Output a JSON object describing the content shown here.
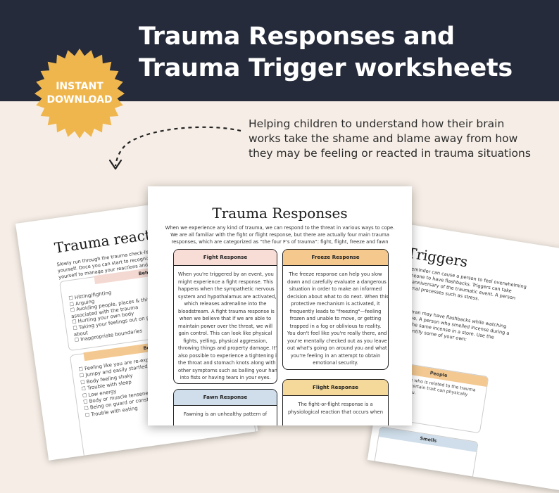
{
  "header": {
    "title_lines": [
      "Trauma Responses and",
      "Trauma Trigger worksheets"
    ]
  },
  "badge": {
    "lines": [
      "INSTANT",
      "DOWNLOAD"
    ],
    "color": "#f0b64e"
  },
  "subtitle_lines": [
    "Helping children to understand how their brain",
    "works take the shame and blame away from how",
    "they may be feeling or reacted in trauma situations"
  ],
  "left_sheet": {
    "title": "Trauma reactions",
    "intro": "Slowly run through the trauma check-list below. Tick what applies to yourself. Once you can start to recognize a trauma reaction, you allow yourself to manage your reactions and change them over time.",
    "box1_heading": "Behavior reactions",
    "box1_items": [
      "☐ Hitting/fighting",
      "☐ Arguing",
      "☐ Avoiding people, places & things",
      "     associated with the trauma",
      "☐ Hurting your own body",
      "☐ Taking your feelings out on people you care",
      "     about",
      "☐ Inappropriate boundaries"
    ],
    "box2_heading": "Body reactions",
    "box2_items": [
      "☐ Feeling like you are re-experiencing",
      "☐ Jumpy and easily startled",
      "☐ Body feeling shaky",
      "☐ Trouble with sleep",
      "☐ Low energy",
      "☐ Body or muscle tenseness",
      "☐ Being on guard or constantly on",
      "☐ Trouble with eating"
    ]
  },
  "center_sheet": {
    "title": "Trauma Responses",
    "intro": "When we experience any kind of trauma, we can respond to the threat in various ways to cope. We are all familiar with the fight or flight response, but there are actually four main trauma responses, which are categorized as “the four F’s of trauma”: fight, flight, freeze and fawn",
    "fight": {
      "heading": "Fight Response",
      "lines": [
        "When you're triggered by an event, you",
        "might experience a fight response. This",
        "happens when the sympathetic nervous",
        "system and hypothalamus are activated,",
        "which releases adrenaline into the",
        "bloodstream. A fight trauma response is",
        "when we believe that if we are able to",
        "maintain power over the threat, we will",
        "gain control. This can look like physical",
        "fights, yelling, physical aggression,",
        "throwing things and property damage. It's",
        "also possible to experience a tightening in",
        "the throat and stomach knots along with",
        "other symptoms such as balling your hands",
        "into fists or having tears in your eyes."
      ]
    },
    "freeze": {
      "heading": "Freeze Response",
      "lines": [
        "The freeze response can help you slow",
        "down and carefully evaluate a dangerous",
        "situation in order to make an informed",
        "decision about what to do next. When this",
        "protective mechanism is activated, it",
        "frequently leads to \"freezing\"—feeling",
        "frozen and unable to move, or getting",
        "trapped in a fog or oblivious to reality.",
        "You don't feel like you're really there, and",
        "you're mentally checked out as you leave",
        "out what's going on around you and what",
        "you're feeling in an attempt to obtain",
        "emotional security."
      ]
    },
    "fawn": {
      "heading": "Fawn Response",
      "lines": [
        "Fawning is an unhealthy pattern of"
      ]
    },
    "flight": {
      "heading": "Flight Response",
      "lines": [
        "The fight-or-flight response is a",
        "physiological reaction that occurs when"
      ]
    }
  },
  "right_sheet": {
    "title": "Triggers",
    "p1_lines": [
      "A reminder can cause a person to feel overwhelming",
      "someone to have flashbacks. Triggers can take",
      "the anniversary of the traumatic event. A person",
      "internal processes such as stress."
    ],
    "p2_lines": [
      "A veteran may have flashbacks while watching",
      "intuitive. A person who smelled incense during a",
      "smell the same incense in a store. Use the",
      "and identify some of your own:"
    ],
    "people_heading": "People",
    "people_lines": [
      "Someone who is related to the trauma",
      "or has a certain trait can physically",
      "trigger you."
    ],
    "smells_heading": "Smells"
  }
}
